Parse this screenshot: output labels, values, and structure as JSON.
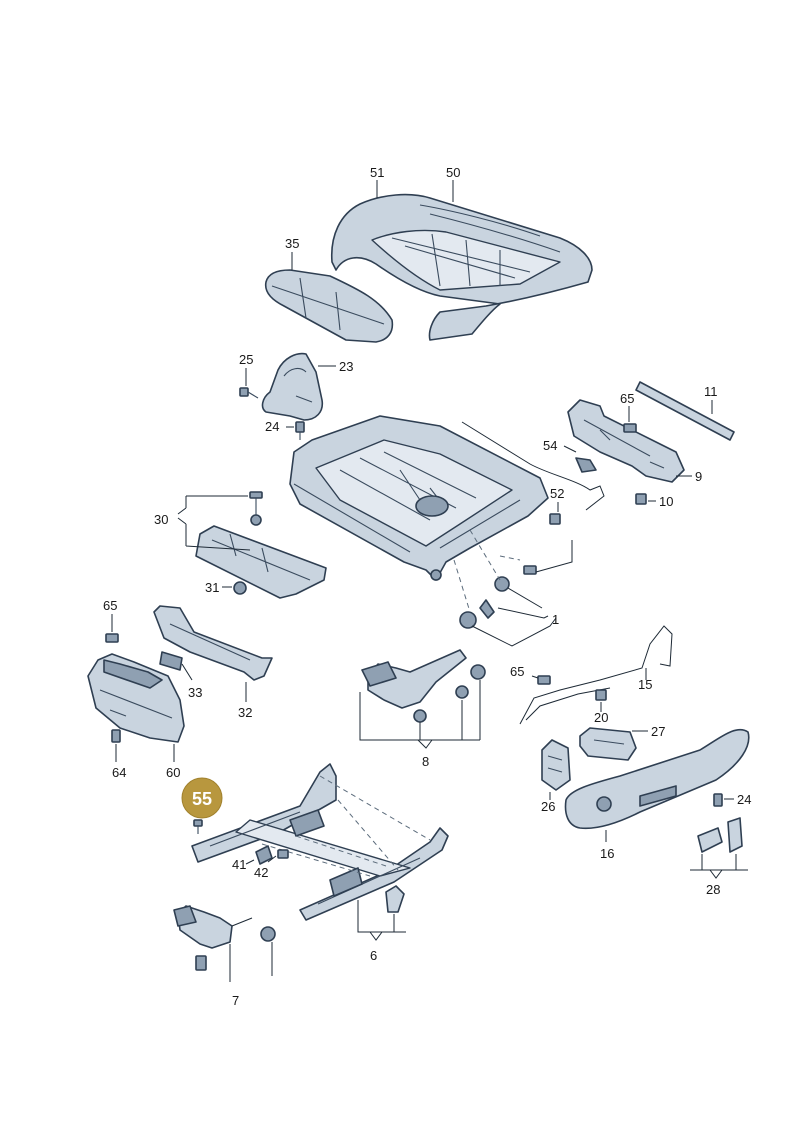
{
  "highlight": {
    "label": "55",
    "color": "#b8973e"
  },
  "callouts": {
    "c51": "51",
    "c50": "50",
    "c35": "35",
    "c25": "25",
    "c23": "23",
    "c24a": "24",
    "c11": "11",
    "c65a": "65",
    "c54": "54",
    "c9": "9",
    "c10": "10",
    "c52": "52",
    "c30": "30",
    "c31": "31",
    "c1": "1",
    "c65b": "65",
    "c32": "32",
    "c33": "33",
    "c64": "64",
    "c60": "60",
    "c65c": "65",
    "c15": "15",
    "c20": "20",
    "c27": "27",
    "c8": "8",
    "c26": "26",
    "c24b": "24",
    "c16": "16",
    "c28": "28",
    "c41": "41",
    "c42": "42",
    "c6": "6",
    "c7": "7"
  },
  "colors": {
    "part": "#c9d4df",
    "outline": "#2f3f52",
    "accent": "#b8973e"
  }
}
